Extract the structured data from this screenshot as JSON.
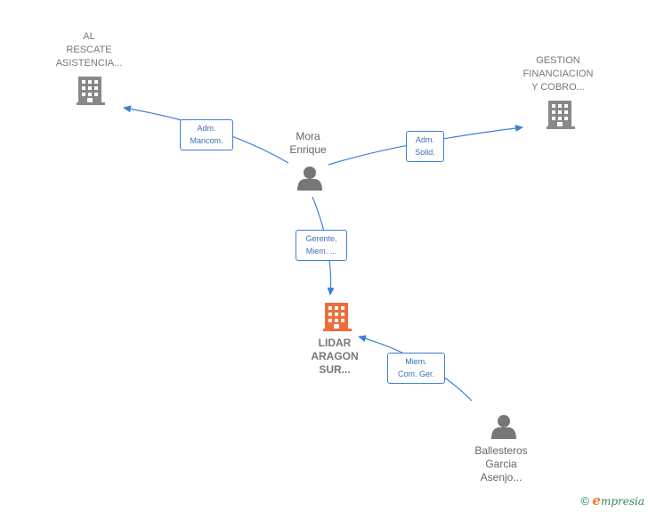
{
  "colors": {
    "edge": "#3d7fd6",
    "company": "#888888",
    "main_company": "#f26b3a",
    "person": "#777777"
  },
  "nodes": {
    "al_rescate": {
      "lines": [
        "AL",
        "RESCATE",
        "ASISTENCIA..."
      ],
      "icon": "building-icon"
    },
    "gestion": {
      "lines": [
        "GESTION",
        "FINANCIACION",
        "Y COBRO..."
      ],
      "icon": "building-icon"
    },
    "mora": {
      "lines": [
        "Mora",
        "Enrique"
      ],
      "icon": "person-icon"
    },
    "lidar": {
      "lines": [
        "LIDAR",
        "ARAGON",
        "SUR..."
      ],
      "icon": "building-icon"
    },
    "ballesteros": {
      "lines": [
        "Ballesteros",
        "Garcia",
        "Asenjo..."
      ],
      "icon": "person-icon"
    }
  },
  "edges": {
    "mora_al": {
      "lines": [
        "Adm.",
        "Mancom."
      ]
    },
    "mora_gestion": {
      "lines": [
        "Adm.",
        "Solid."
      ]
    },
    "mora_lidar": {
      "lines": [
        "Gerente,",
        "Miem. ..."
      ]
    },
    "ballesteros_lidar": {
      "lines": [
        "Miem.",
        "Com. Ger."
      ]
    }
  },
  "footer": {
    "copyright": "©",
    "brand_first": "e",
    "brand_rest": "mpresia"
  }
}
